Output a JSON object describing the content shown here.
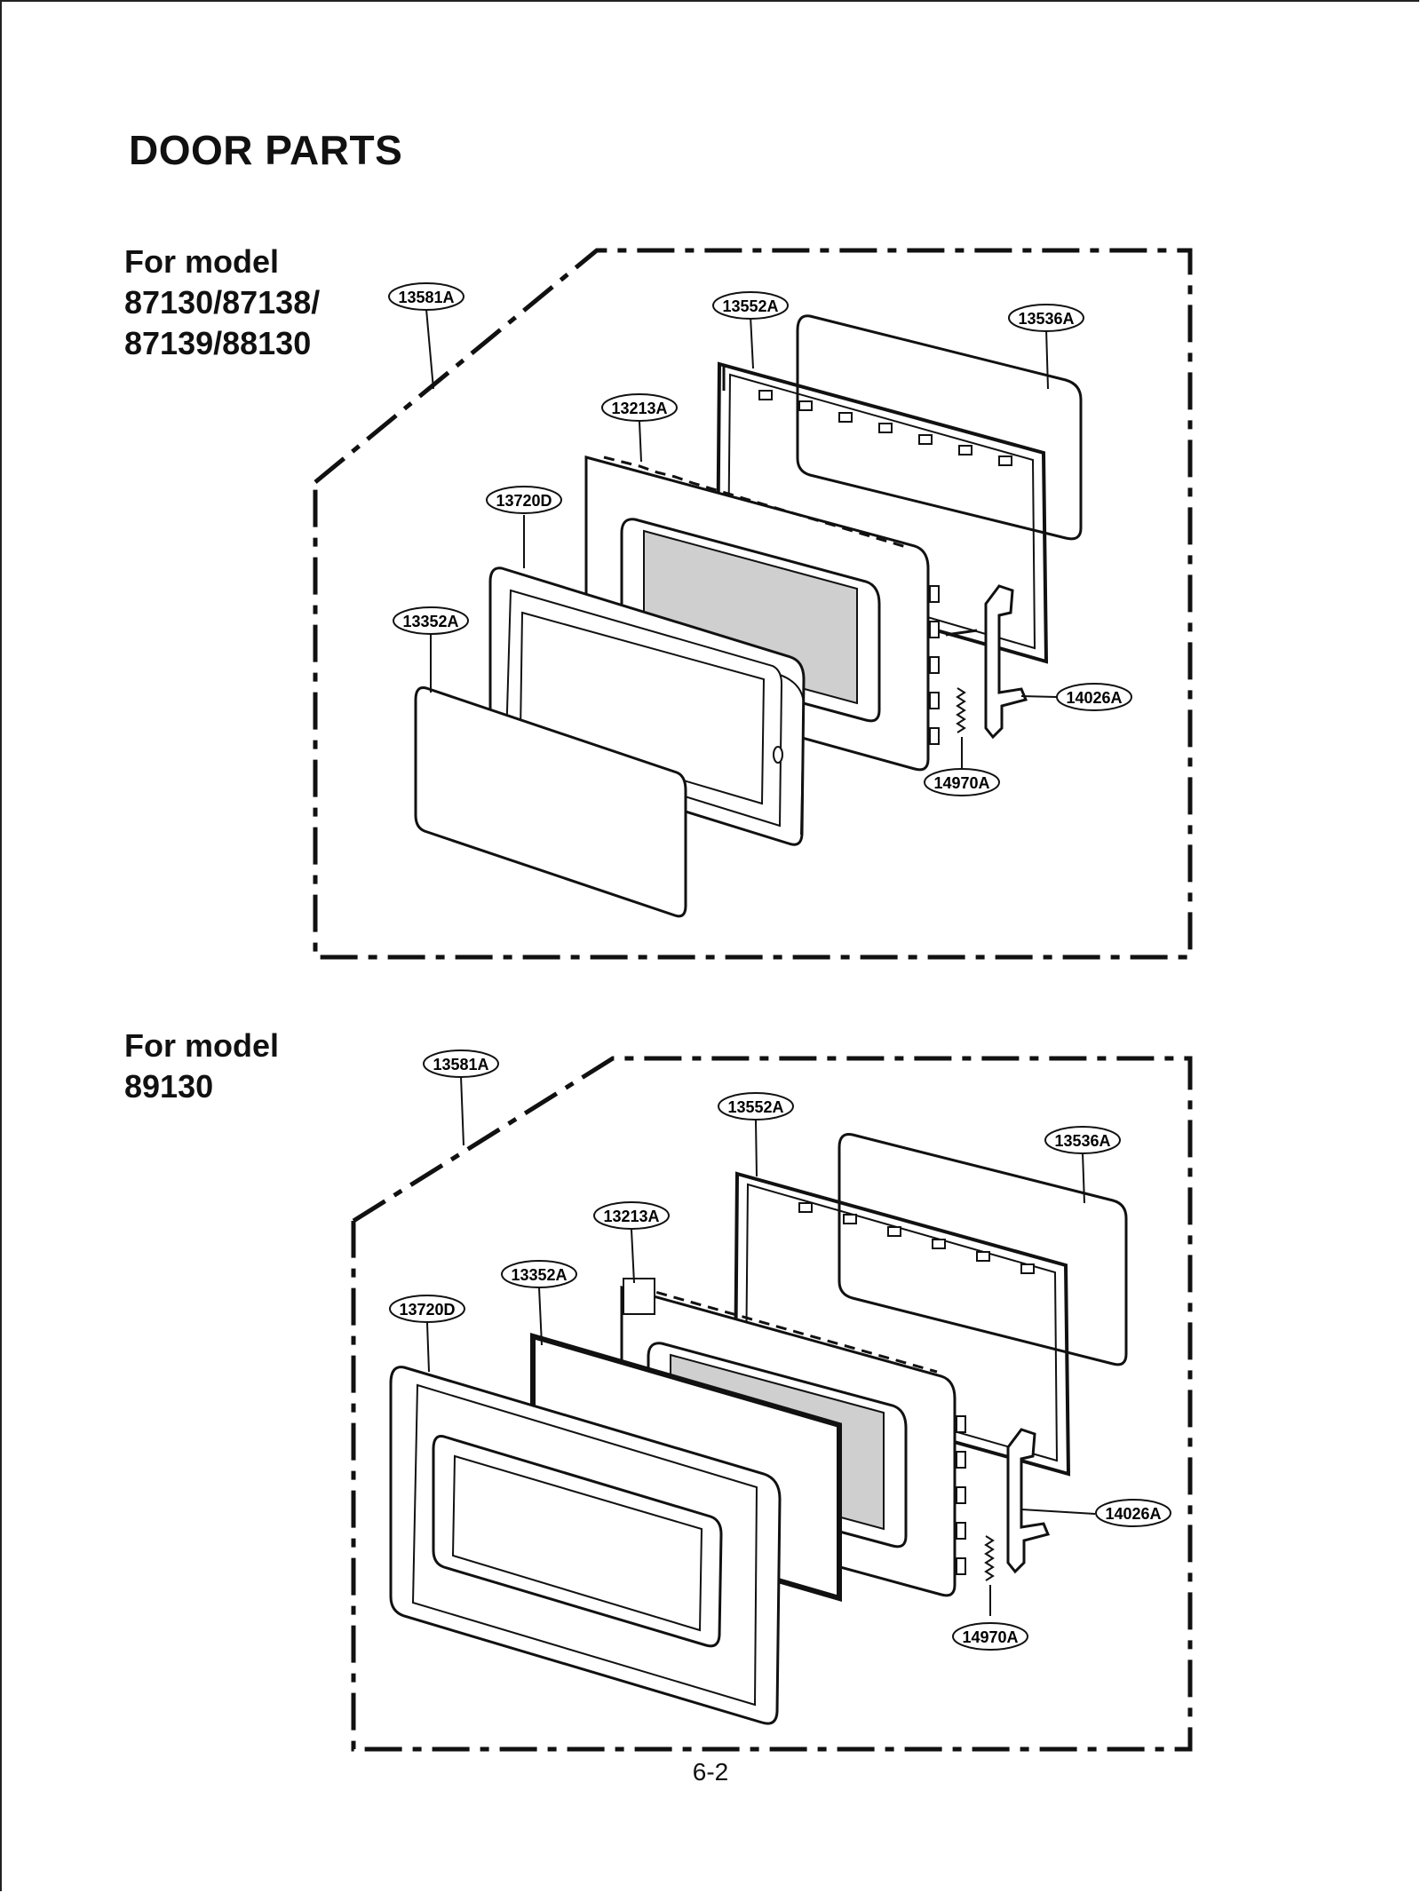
{
  "title": "DOOR PARTS",
  "diagrams": [
    {
      "model_label": [
        "For model",
        "87130/87138/",
        "87139/88130"
      ],
      "callouts": {
        "frame": "13581A",
        "cover": "13552A",
        "shield": "13536A",
        "plate": "13213A",
        "door_frame": "13720D",
        "screen": "13352A",
        "latch": "14026A",
        "spring": "14970A"
      }
    },
    {
      "model_label": [
        "For model",
        "89130"
      ],
      "callouts": {
        "frame": "13581A",
        "cover": "13552A",
        "shield": "13536A",
        "plate": "13213A",
        "screen": "13352A",
        "door_frame": "13720D",
        "latch": "14026A",
        "spring": "14970A"
      }
    }
  ],
  "page_number": "6-2"
}
